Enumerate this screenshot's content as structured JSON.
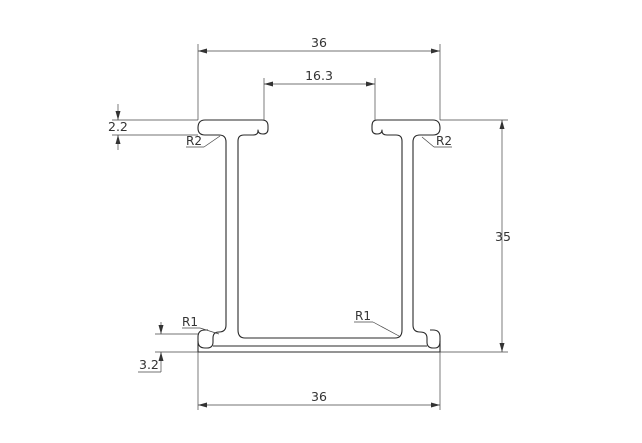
{
  "drawing": {
    "dimensions": {
      "top_width": "36",
      "inner_opening": "16.3",
      "flange_thickness": "2.2",
      "height": "35",
      "base_thickness": "3.2",
      "bottom_width": "36"
    },
    "radii": {
      "top_left": "R2",
      "top_right": "R2",
      "bottom_left": "R1",
      "bottom_inner": "R1"
    }
  }
}
